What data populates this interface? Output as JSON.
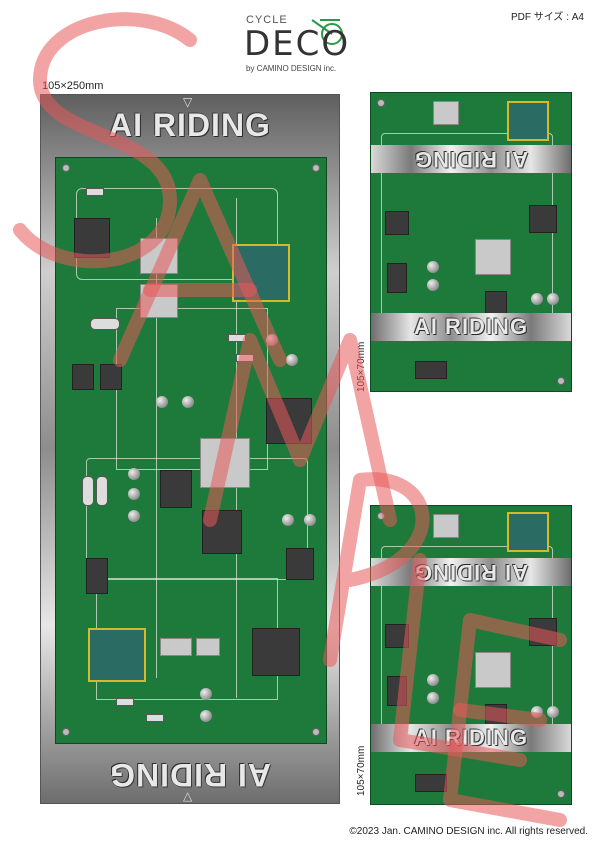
{
  "header": {
    "pdf_size": "PDF サイズ : A4",
    "logo_top": "CYCLE",
    "logo_main": "DECO",
    "logo_sub": "by CAMINO DESIGN inc."
  },
  "designs": {
    "large": {
      "size_label": "105×250mm",
      "top_title": "AI RIDING",
      "bottom_title": "AI RIDING"
    },
    "small_1": {
      "size_label": "105×70mm",
      "top_title": "AI RIDING",
      "bottom_title": "AI RIDING"
    },
    "small_2": {
      "size_label": "105×70mm",
      "top_title": "AI RIDING",
      "bottom_title": "AI RIDING"
    }
  },
  "footer": {
    "copyright": "©2023 Jan. CAMINO DESIGN inc. All rights reserved."
  },
  "watermark": {
    "text": "SAMPLE",
    "color": "#e04848"
  },
  "colors": {
    "pcb_green": "#1d7a3a",
    "gold": "#d6b82b"
  }
}
